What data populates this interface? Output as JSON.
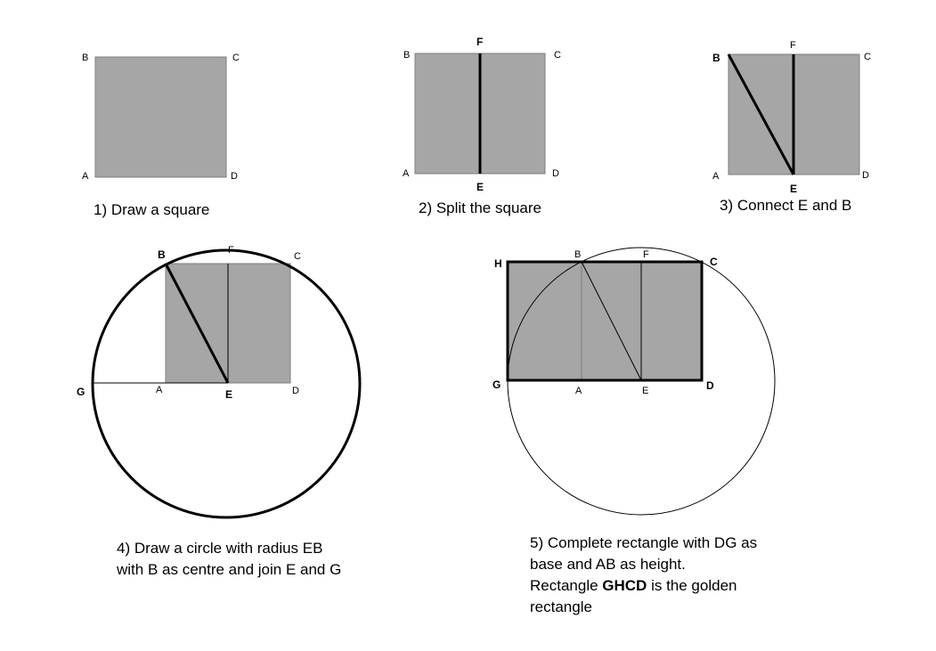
{
  "colors": {
    "fill": "#a6a6a6",
    "stroke": "#000000",
    "background": "#ffffff"
  },
  "steps": [
    {
      "caption": [
        "1) Draw a square"
      ],
      "labels": {
        "A": "A",
        "B": "B",
        "C": "C",
        "D": "D"
      }
    },
    {
      "caption": [
        "2) Split the square"
      ],
      "labels": {
        "A": "A",
        "B": "B",
        "C": "C",
        "D": "D",
        "E": "E",
        "F": "F"
      }
    },
    {
      "caption": [
        "3) Connect E and B"
      ],
      "labels": {
        "A": "A",
        "B": "B",
        "C": "C",
        "D": "D",
        "E": "E",
        "F": "F"
      }
    },
    {
      "caption": [
        "4) Draw a circle with radius EB",
        "with B as centre and join E and G"
      ],
      "labels": {
        "A": "A",
        "B": "B",
        "C": "C",
        "D": "D",
        "E": "E",
        "F": "F",
        "G": "G"
      }
    },
    {
      "caption": [
        "5) Complete rectangle with DG as",
        "base and AB as height."
      ],
      "caption_last_prefix": "Rectangle ",
      "caption_last_bold": "GHCD",
      "caption_last_suffix": " is the golden",
      "caption_tail": "rectangle",
      "labels": {
        "A": "A",
        "B": "B",
        "C": "C",
        "D": "D",
        "E": "E",
        "F": "F",
        "G": "G",
        "H": "H"
      }
    }
  ]
}
